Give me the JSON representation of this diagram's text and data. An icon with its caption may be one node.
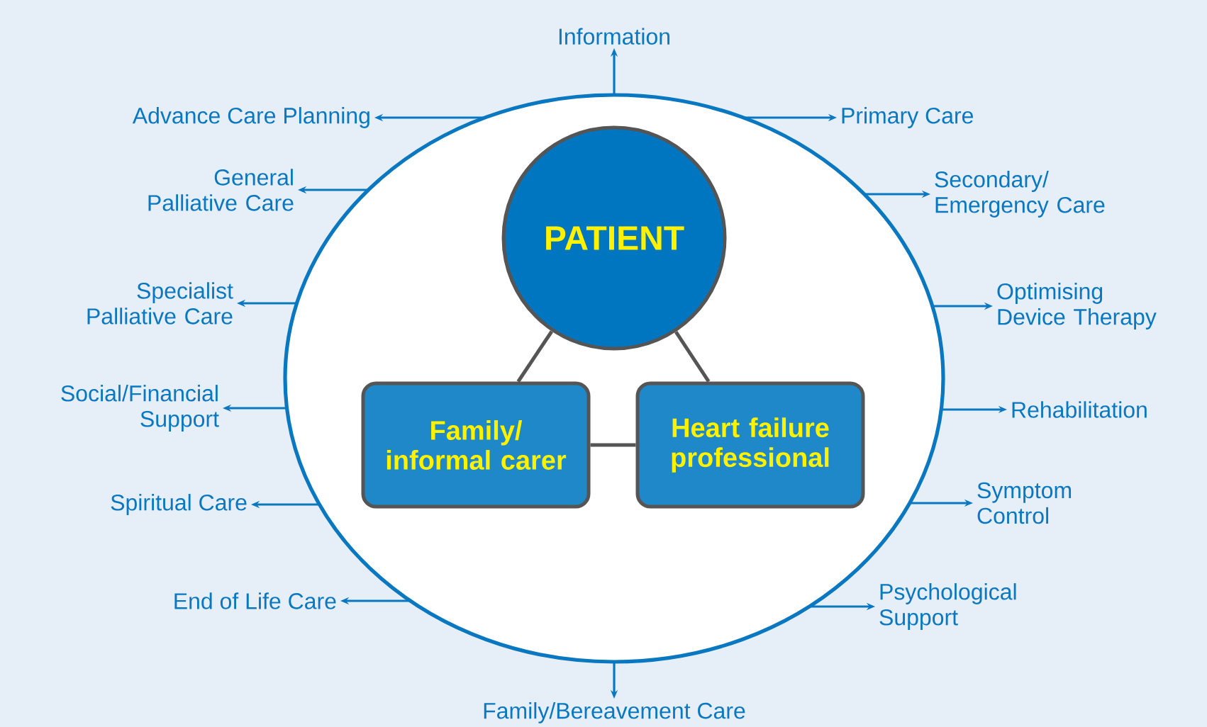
{
  "diagram": {
    "nodes": [
      {
        "text": [],
        "shape": "ellipse"
      },
      {
        "text": [
          "PATIENT"
        ],
        "in": 0
      },
      {
        "text": [
          "Family/ informal carer"
        ],
        "in": 0
      },
      {
        "text": [
          "Heart failure professional"
        ],
        "in": 0
      },
      {
        "text": [
          "Information"
        ]
      },
      {
        "text": [
          "Advance Care Planning"
        ]
      },
      {
        "text": [
          "Primary Care"
        ]
      },
      {
        "text": [
          "General Palliative Care"
        ]
      },
      {
        "text": [
          "Secondary/ Emergency Care"
        ]
      },
      {
        "text": [
          "Specialist Palliative Care"
        ]
      },
      {
        "text": [
          "Optimising Device Therapy"
        ]
      },
      {
        "text": [
          "Social/Financial Support"
        ]
      },
      {
        "text": [
          "Rehabilitation"
        ]
      },
      {
        "text": [
          "Spiritual Care"
        ]
      },
      {
        "text": [
          "Symptom Control"
        ]
      },
      {
        "text": [
          "End of Life Care"
        ]
      },
      {
        "text": [
          "Psychological Support"
        ]
      },
      {
        "text": [
          "Family/Bereavement Care"
        ]
      }
    ],
    "edges": [
      {
        "from": 1,
        "to": 2,
        "arrow": "none",
        "color": "#555555"
      },
      {
        "from": 1,
        "to": 3,
        "arrow": "none",
        "color": "#555555"
      },
      {
        "from": 2,
        "to": 3,
        "arrow": "none",
        "color": "#555555"
      },
      {
        "from": 0,
        "to": 4,
        "arrow": "to"
      },
      {
        "from": 0,
        "to": 5,
        "arrow": "to"
      },
      {
        "from": 0,
        "to": 6,
        "arrow": "to"
      },
      {
        "from": 0,
        "to": 7,
        "arrow": "to"
      },
      {
        "from": 0,
        "to": 8,
        "arrow": "to"
      },
      {
        "from": 0,
        "to": 9,
        "arrow": "to"
      },
      {
        "from": 0,
        "to": 10,
        "arrow": "to"
      },
      {
        "from": 0,
        "to": 11,
        "arrow": "to"
      },
      {
        "from": 0,
        "to": 12,
        "arrow": "to"
      },
      {
        "from": 0,
        "to": 13,
        "arrow": "to"
      },
      {
        "from": 0,
        "to": 14,
        "arrow": "to"
      },
      {
        "from": 0,
        "to": 15,
        "arrow": "to"
      },
      {
        "from": 0,
        "to": 16,
        "arrow": "to"
      },
      {
        "from": 0,
        "to": 17,
        "arrow": "to"
      }
    ]
  }
}
